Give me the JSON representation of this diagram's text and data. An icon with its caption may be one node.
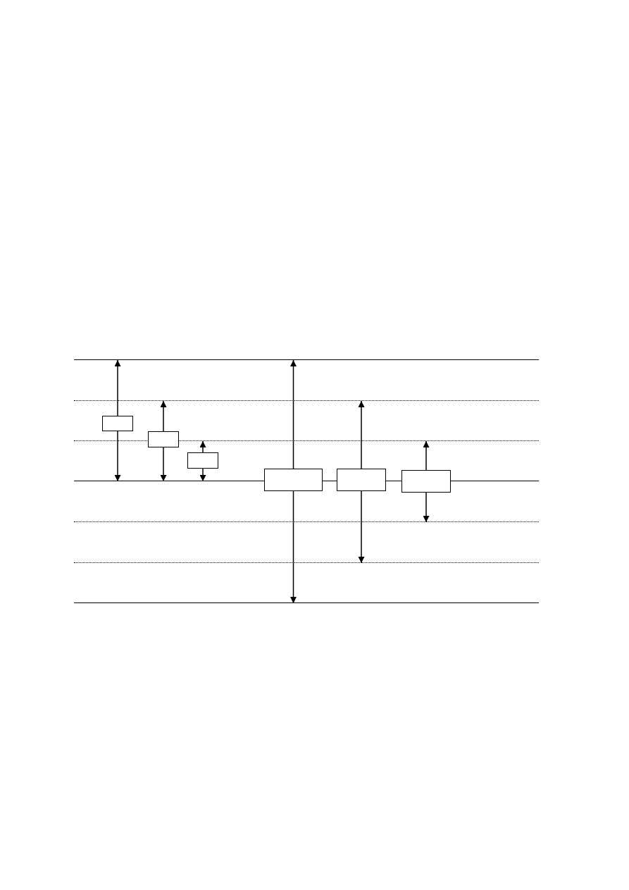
{
  "diagram": {
    "nodes": [
      {
        "text": [],
        "shape": "line"
      },
      {
        "text": [],
        "shape": "line"
      },
      {
        "text": [],
        "shape": "line"
      },
      {
        "text": [],
        "shape": "line"
      },
      {
        "text": [],
        "shape": "line"
      },
      {
        "text": [],
        "shape": "line"
      },
      {
        "text": [],
        "shape": "line"
      },
      {
        "text": [],
        "shape": "box"
      },
      {
        "text": [],
        "shape": "box"
      },
      {
        "text": [],
        "shape": "box"
      },
      {
        "text": [],
        "shape": "box"
      },
      {
        "text": [],
        "shape": "box"
      },
      {
        "text": [],
        "shape": "box"
      }
    ],
    "edges": [
      {
        "from": 7,
        "to": 0,
        "arrow": "to"
      },
      {
        "from": 7,
        "to": 3,
        "arrow": "to"
      },
      {
        "from": 8,
        "to": 1,
        "arrow": "to"
      },
      {
        "from": 8,
        "to": 3,
        "arrow": "to"
      },
      {
        "from": 9,
        "to": 2,
        "arrow": "to"
      },
      {
        "from": 9,
        "to": 3,
        "arrow": "to"
      },
      {
        "from": 10,
        "to": 0,
        "arrow": "to"
      },
      {
        "from": 10,
        "to": 6,
        "arrow": "to"
      },
      {
        "from": 11,
        "to": 1,
        "arrow": "to"
      },
      {
        "from": 11,
        "to": 5,
        "arrow": "to"
      },
      {
        "from": 12,
        "to": 2,
        "arrow": "to"
      },
      {
        "from": 12,
        "to": 4,
        "arrow": "to"
      }
    ]
  }
}
